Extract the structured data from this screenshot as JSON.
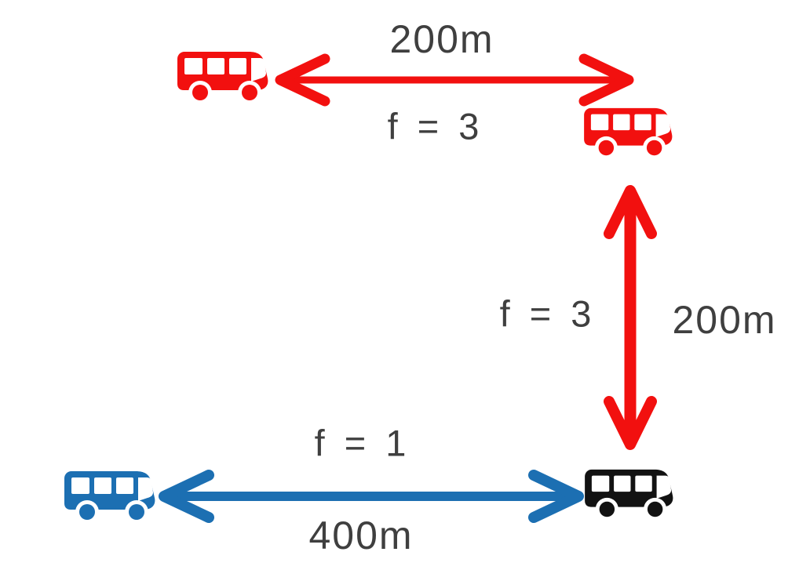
{
  "colors": {
    "red": "#f2100f",
    "blue": "#1c6fb2",
    "black": "#121212",
    "text": "#3f3f3f",
    "background": "#ffffff"
  },
  "labels": {
    "top_distance": "200m",
    "top_frequency": "f = 3",
    "right_frequency": "f = 3",
    "right_distance": "200m",
    "bottom_frequency": "f = 1",
    "bottom_distance": "400m"
  },
  "buses": [
    {
      "id": "red-bus-top-left",
      "color": "red"
    },
    {
      "id": "red-bus-middle-right",
      "color": "red"
    },
    {
      "id": "blue-bus-bottom-left",
      "color": "blue"
    },
    {
      "id": "black-bus-bottom-right",
      "color": "black"
    }
  ]
}
